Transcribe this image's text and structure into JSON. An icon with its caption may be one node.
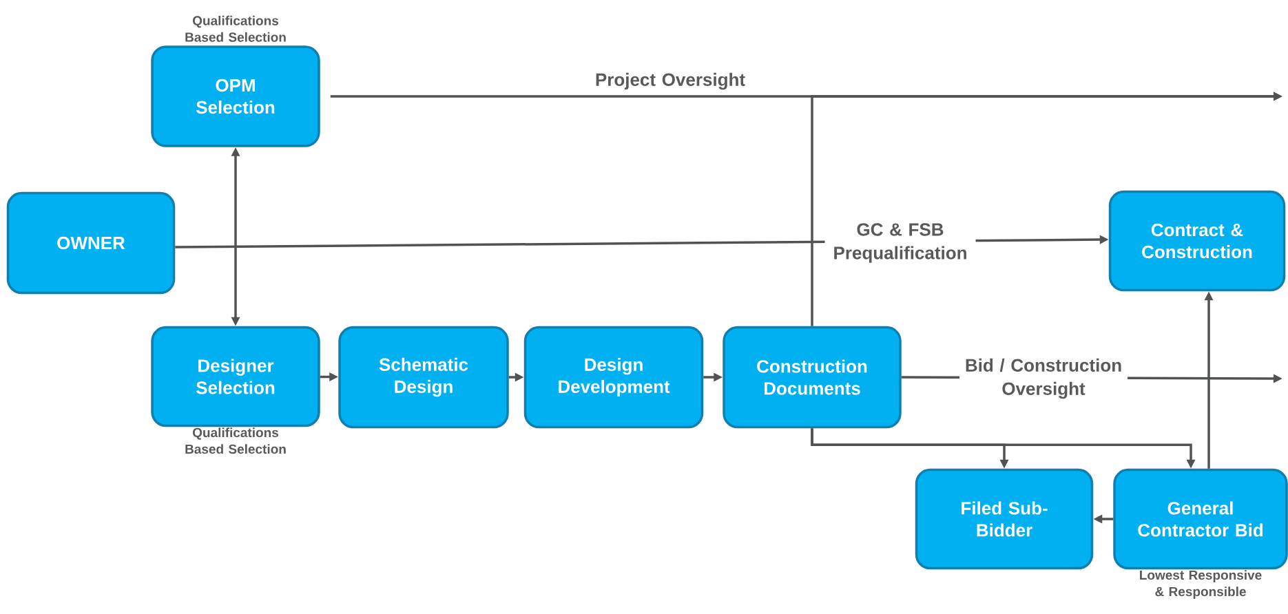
{
  "diagram": {
    "nodes": [
      {
        "text": [
          "OPM Selection"
        ],
        "beside": [
          "Qualifications Based Selection"
        ]
      },
      {
        "text": [
          "OWNER"
        ]
      },
      {
        "text": [
          "Contract & Construction"
        ]
      },
      {
        "text": [
          "Designer Selection"
        ],
        "beside": [
          "Qualifications Based Selection"
        ]
      },
      {
        "text": [
          "Schematic Design"
        ]
      },
      {
        "text": [
          "Design Development"
        ]
      },
      {
        "text": [
          "Construction Documents"
        ]
      },
      {
        "text": [
          "Filed Sub-Bidder"
        ]
      },
      {
        "text": [
          "General Contractor Bid"
        ],
        "beside": [
          "Lowest Responsive & Responsible"
        ]
      }
    ],
    "edges": [
      {
        "from": 0,
        "to": 3,
        "arrow": "both"
      },
      {
        "from": 0,
        "to": null,
        "arrow": "to",
        "label": "Project Oversight"
      },
      {
        "from": 6,
        "to": null,
        "arrow": "to"
      },
      {
        "from": 1,
        "to": 2,
        "arrow": "to",
        "label": "GC & FSB Prequalification"
      },
      {
        "from": 3,
        "to": 4,
        "arrow": "to"
      },
      {
        "from": 4,
        "to": 5,
        "arrow": "to"
      },
      {
        "from": 5,
        "to": 6,
        "arrow": "to"
      },
      {
        "from": 6,
        "to": null,
        "arrow": "to",
        "label": "Bid / Construction Oversight"
      },
      {
        "from": 6,
        "to": 7,
        "arrow": "to"
      },
      {
        "from": 6,
        "to": 8,
        "arrow": "to"
      },
      {
        "from": 8,
        "to": 2,
        "arrow": "to"
      },
      {
        "from": 8,
        "to": 7,
        "arrow": "to"
      }
    ]
  }
}
